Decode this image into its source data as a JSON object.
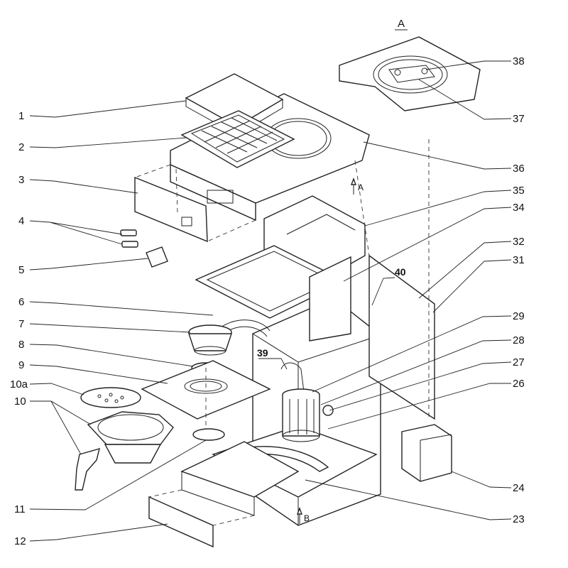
{
  "labels": {
    "l1": "1",
    "l2": "2",
    "l3": "3",
    "l4": "4",
    "l5": "5",
    "l6": "6",
    "l7": "7",
    "l8": "8",
    "l9": "9",
    "l10a": "10a",
    "l10": "10",
    "l11": "11",
    "l12": "12",
    "l23": "23",
    "l24": "24",
    "l26": "26",
    "l27": "27",
    "l28": "28",
    "l29": "29",
    "l31": "31",
    "l32": "32",
    "l34": "34",
    "l35": "35",
    "l36": "36",
    "l37": "37",
    "l38": "38",
    "l39": "39",
    "l40": "40"
  },
  "view_markers": {
    "a_title": "A",
    "arrow_a": "A",
    "arrow_b": "B"
  }
}
